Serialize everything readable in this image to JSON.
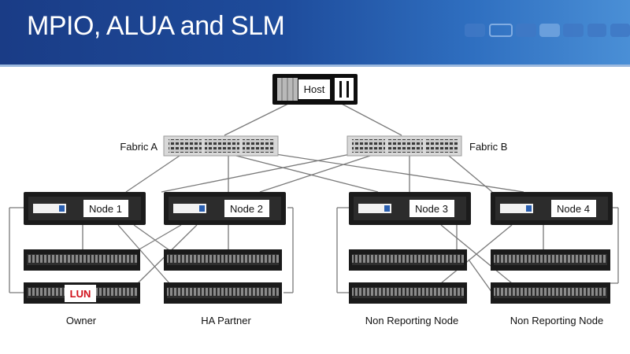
{
  "slide": {
    "title": "MPIO, ALUA and SLM"
  },
  "host": {
    "label": "Host"
  },
  "fabrics": [
    {
      "label": "Fabric A"
    },
    {
      "label": "Fabric B"
    }
  ],
  "nodes": [
    {
      "label": "Node 1",
      "role": "Owner"
    },
    {
      "label": "Node 2",
      "role": "HA Partner"
    },
    {
      "label": "Node 3",
      "role": "Non Reporting Node"
    },
    {
      "label": "Node 4",
      "role": "Non Reporting Node"
    }
  ],
  "lun": {
    "label": "LUN",
    "color": "#d0101a"
  },
  "colors": {
    "banner_dark": "#1a3c86",
    "banner_light": "#4a8fd6",
    "connector": "#7a7a7a"
  }
}
